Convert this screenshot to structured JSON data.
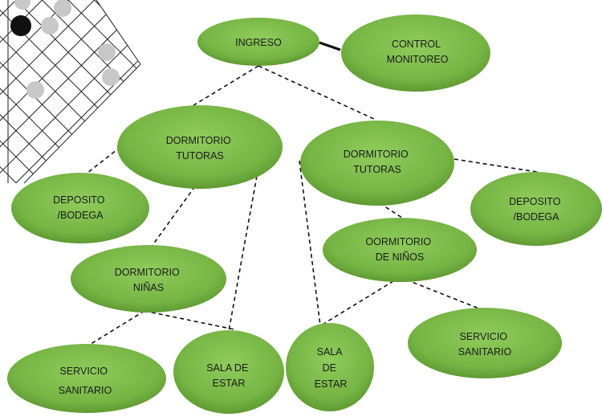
{
  "diagram": {
    "nodes": [
      {
        "id": "ingreso",
        "lines": [
          "INGRESO"
        ]
      },
      {
        "id": "control",
        "lines": [
          "CONTROL",
          "MONITOREO"
        ]
      },
      {
        "id": "dorm-tutoras-left",
        "lines": [
          "DORMITORIO",
          "TUTORAS"
        ]
      },
      {
        "id": "dorm-tutoras-right",
        "lines": [
          "DORMITORIO",
          "TUTORAS"
        ]
      },
      {
        "id": "deposito-left",
        "lines": [
          "DEPOSITO",
          "/BODEGA"
        ]
      },
      {
        "id": "deposito-right",
        "lines": [
          "DEPOSITO",
          "/BODEGA"
        ]
      },
      {
        "id": "dorm-ninas",
        "lines": [
          "DORMITORIO",
          "NIÑAS"
        ]
      },
      {
        "id": "dorm-ninos",
        "lines": [
          "OORMITORIO",
          "DE NIÑOS"
        ]
      },
      {
        "id": "servicio-left",
        "lines": [
          "SERVICIO",
          "SANITARIO"
        ]
      },
      {
        "id": "sala-left",
        "lines": [
          "SALA DE",
          "ESTAR"
        ]
      },
      {
        "id": "sala-right",
        "lines": [
          "SALA",
          "DE",
          "ESTAR"
        ]
      },
      {
        "id": "servicio-right",
        "lines": [
          "SERVICIO",
          "SANITARIO"
        ]
      }
    ],
    "colors": {
      "node_fill": "#76b444",
      "node_fill_light": "#8fcc5c",
      "node_fill_dark": "#5f9a32",
      "edge": "#111111",
      "grid_stone_black": "#111111",
      "grid_stone_gray": "#c8c8c8"
    }
  }
}
